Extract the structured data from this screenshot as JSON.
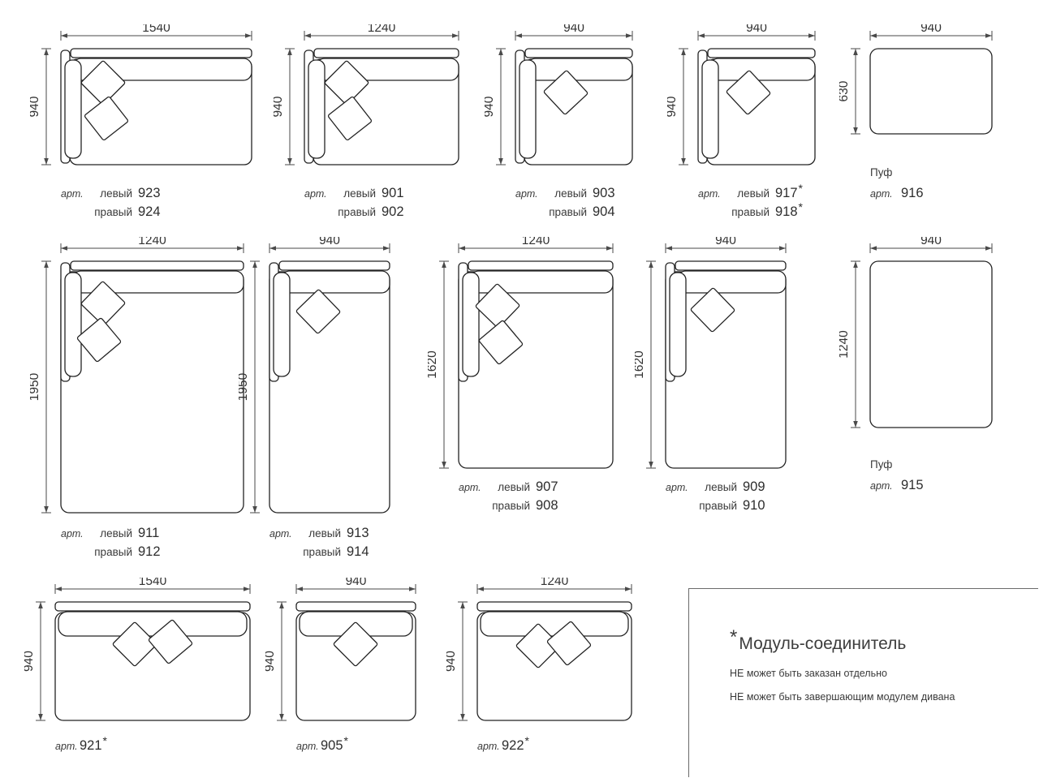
{
  "common": {
    "art": "арт.",
    "left_word": "левый",
    "right_word": "правый"
  },
  "modules": [
    {
      "w": "1540",
      "h": "940",
      "left_num": "923",
      "right_num": "924"
    },
    {
      "w": "1240",
      "h": "940",
      "left_num": "901",
      "right_num": "902"
    },
    {
      "w": "940",
      "h": "940",
      "left_num": "903",
      "right_num": "904"
    },
    {
      "w": "940",
      "h": "940",
      "left_num": "917",
      "right_num": "918",
      "star": "*"
    },
    {
      "w": "940",
      "h": "630",
      "name": "Пуф",
      "art_num": "916"
    },
    {
      "w": "1240",
      "h": "1950",
      "left_num": "911",
      "right_num": "912"
    },
    {
      "w": "940",
      "h": "1950",
      "left_num": "913",
      "right_num": "914"
    },
    {
      "w": "1240",
      "h": "1620",
      "left_num": "907",
      "right_num": "908"
    },
    {
      "w": "940",
      "h": "1620",
      "left_num": "909",
      "right_num": "910"
    },
    {
      "w": "940",
      "h": "1240",
      "name": "Пуф",
      "art_num": "915"
    },
    {
      "w": "1540",
      "h": "940",
      "art_num": "921",
      "star": "*"
    },
    {
      "w": "940",
      "h": "940",
      "art_num": "905",
      "star": "*"
    },
    {
      "w": "1240",
      "h": "940",
      "art_num": "922",
      "star": "*"
    }
  ],
  "note": {
    "star": "*",
    "title": "Модуль-соединитель",
    "line1": "НЕ может быть заказан отдельно",
    "line2": "НЕ может быть завершающим модулем дивана"
  }
}
